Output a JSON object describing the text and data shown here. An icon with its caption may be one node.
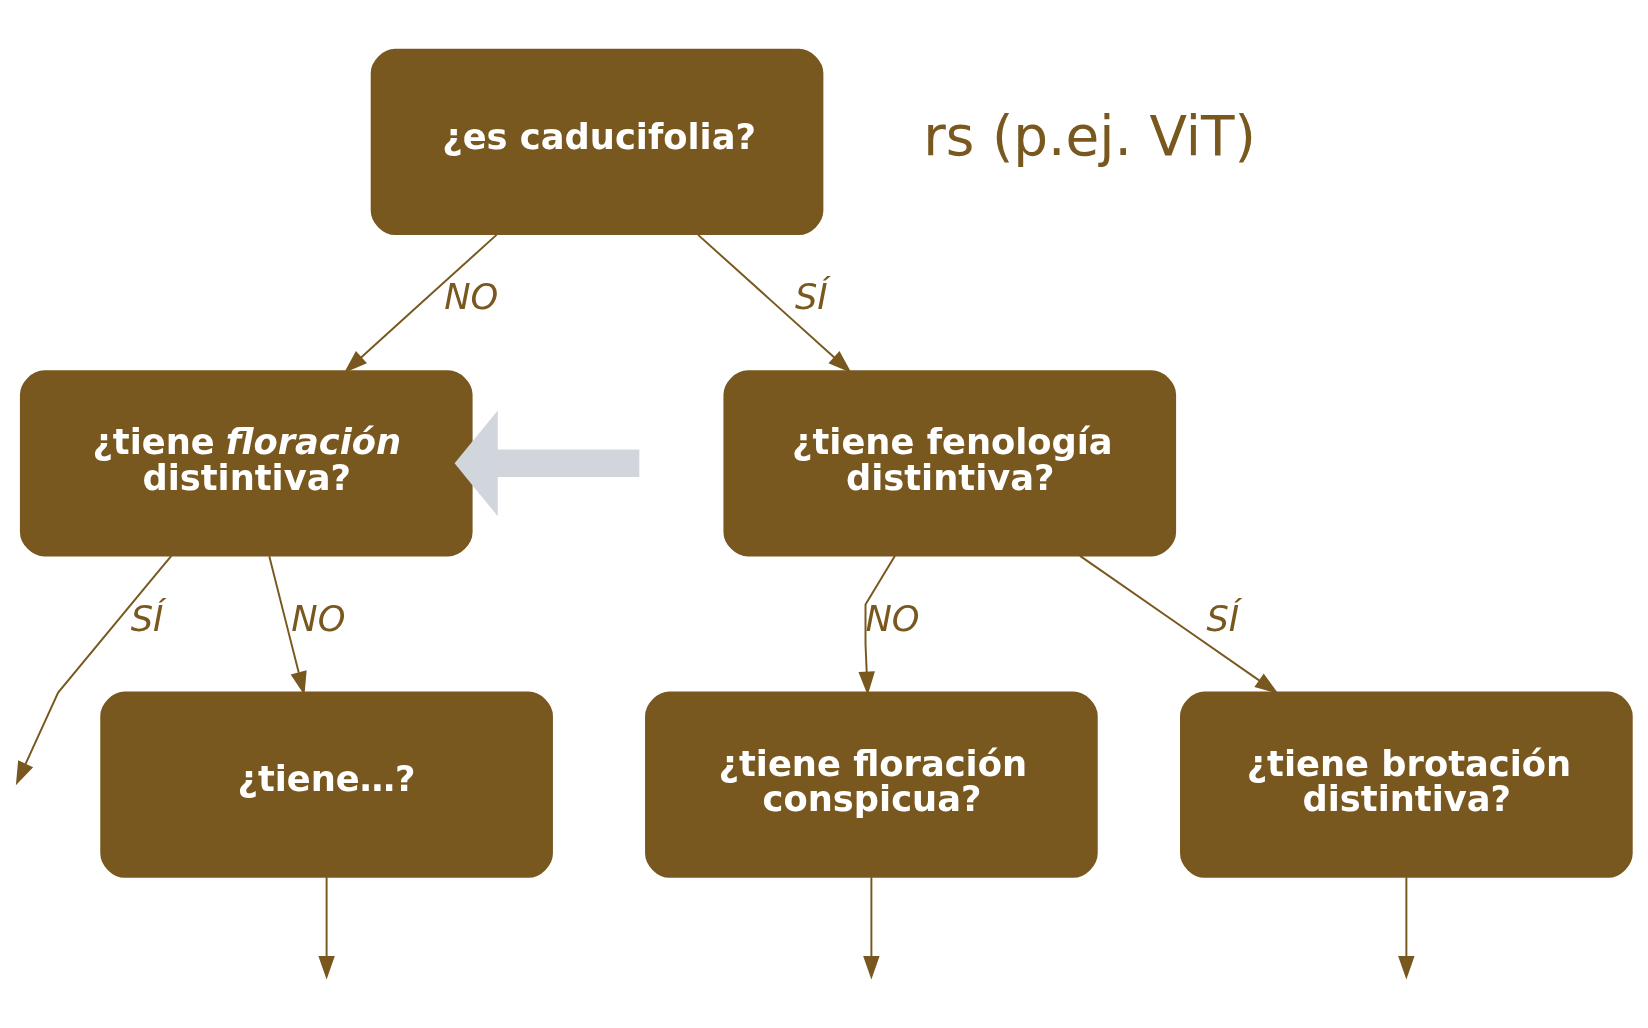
{
  "diagram": {
    "nodes": [
      {
        "text": [
          "¿es caducifolia?"
        ]
      },
      {
        "text": [
          "¿tiene *floración* distintiva?"
        ]
      },
      {
        "text": [
          "¿tiene fenología distintiva?"
        ]
      },
      {
        "text": [
          "¿tiene…?"
        ]
      },
      {
        "text": [
          "¿tiene floración conspicua?"
        ]
      },
      {
        "text": [
          "¿tiene brotación distintiva?"
        ]
      }
    ],
    "edges": [
      {
        "from": 0,
        "to": 1,
        "arrow": "to",
        "label": "NO"
      },
      {
        "from": 0,
        "to": 2,
        "arrow": "to",
        "label": "SÍ"
      },
      {
        "from": 1,
        "to": null,
        "arrow": "to",
        "label": "SÍ"
      },
      {
        "from": 1,
        "to": 3,
        "arrow": "to",
        "label": "NO"
      },
      {
        "from": null,
        "to": 1,
        "arrow": "to",
        "style": "thick",
        "color": "#d1d5dc"
      },
      {
        "from": 2,
        "to": 4,
        "arrow": "to",
        "label": "NO"
      },
      {
        "from": 2,
        "to": 5,
        "arrow": "to",
        "label": "SÍ"
      },
      {
        "from": 3,
        "to": null,
        "arrow": "to"
      },
      {
        "from": 4,
        "to": null,
        "arrow": "to"
      },
      {
        "from": 5,
        "to": null,
        "arrow": "to"
      }
    ],
    "labels": [
      "rs (p.ej. ViT)"
    ]
  }
}
